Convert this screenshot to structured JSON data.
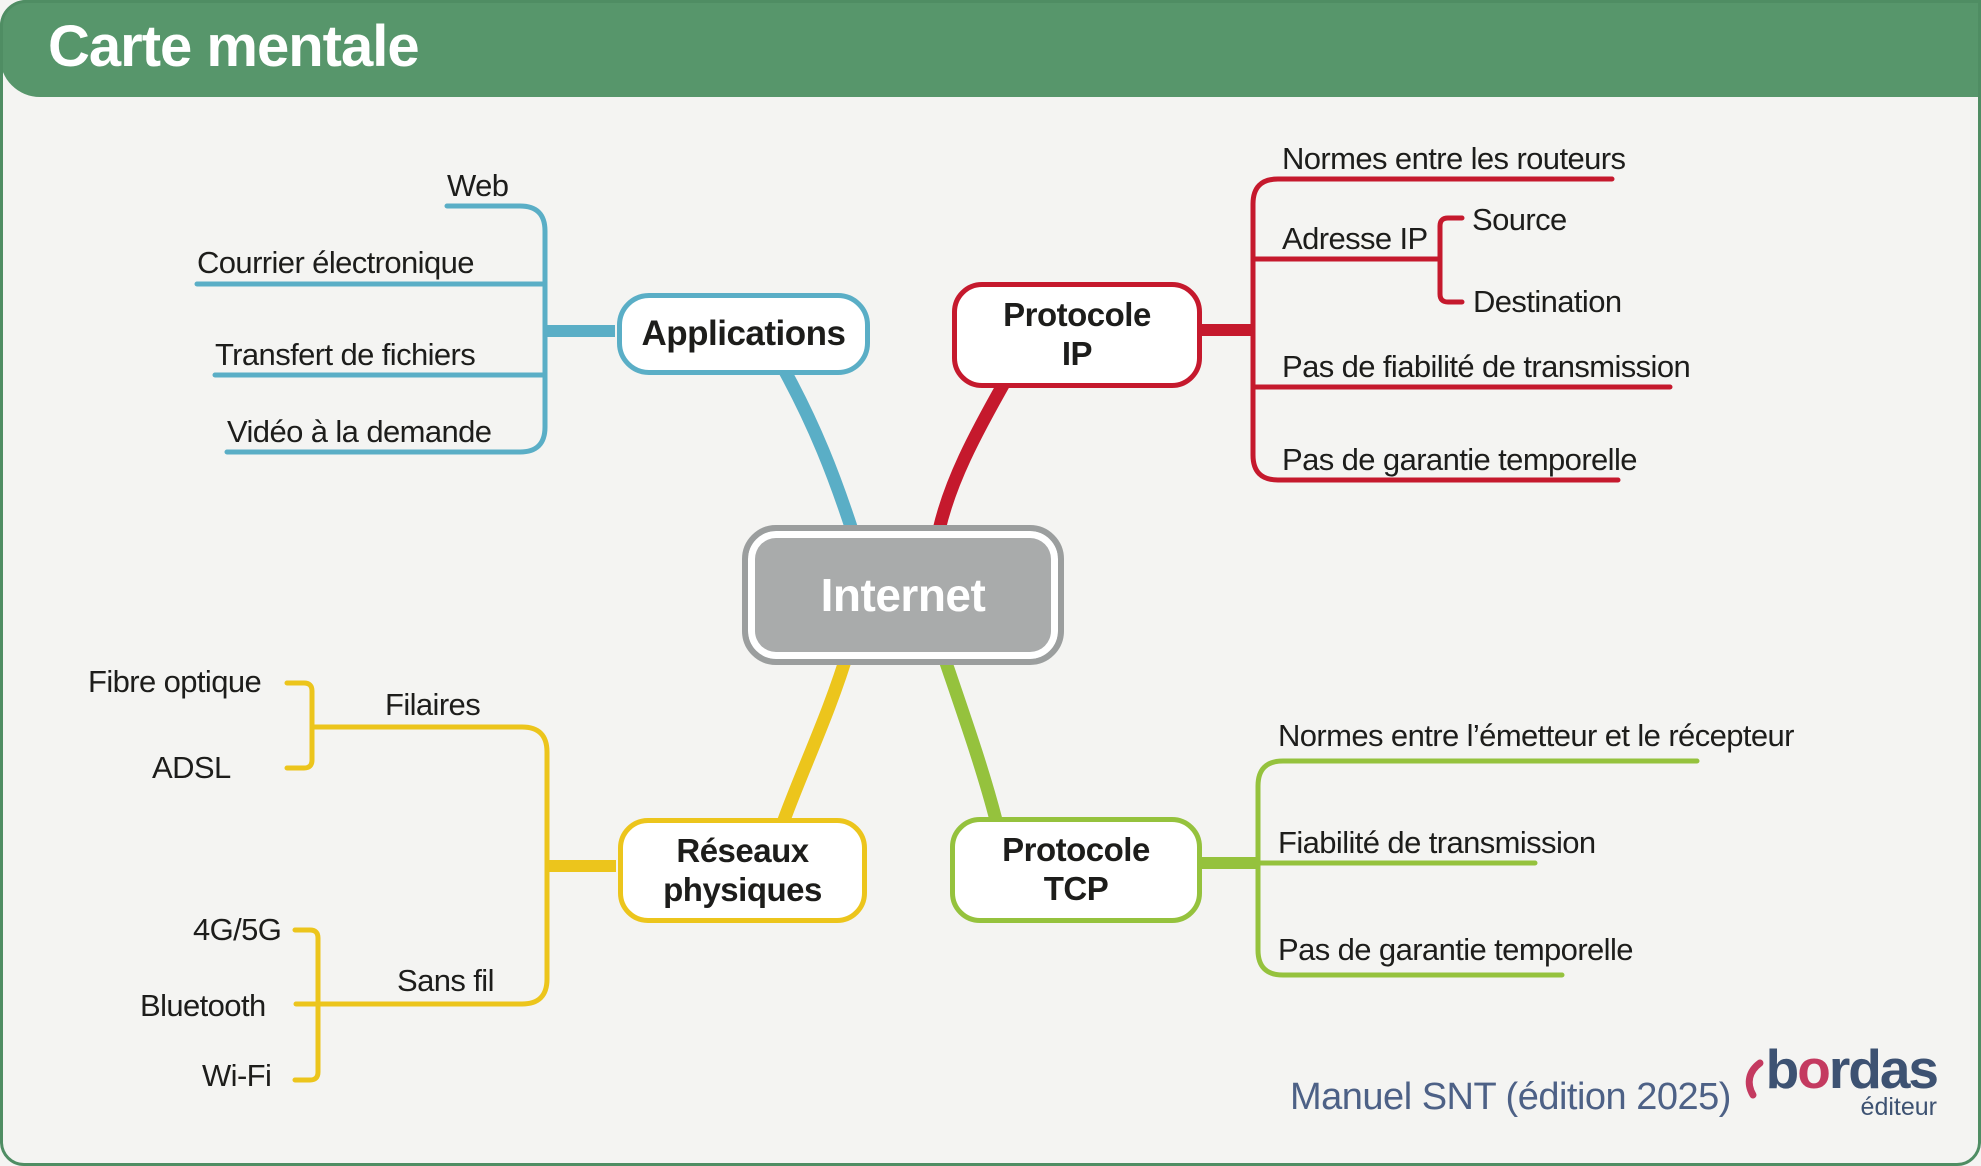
{
  "header": {
    "title": "Carte mentale"
  },
  "center": {
    "label": "Internet"
  },
  "branches": {
    "applications": {
      "label": "Applications",
      "color": "#5aaec6",
      "children": [
        "Web",
        "Courrier électronique",
        "Transfert de fichiers",
        "Vidéo à la demande"
      ]
    },
    "protocole_ip": {
      "label": "Protocole\nIP",
      "color": "#c5192d",
      "children": [
        "Normes entre les routeurs",
        "Adresse IP",
        "Pas de fiabilité de transmission",
        "Pas de garantie temporelle"
      ],
      "adresse_ip_children": [
        "Source",
        "Destination"
      ]
    },
    "reseaux_physiques": {
      "label": "Réseaux\nphysiques",
      "color": "#ecc51c",
      "children": [
        "Filaires",
        "Sans fil"
      ],
      "filaires_children": [
        "Fibre optique",
        "ADSL"
      ],
      "sans_fil_children": [
        "4G/5G",
        "Bluetooth",
        "Wi-Fi"
      ]
    },
    "protocole_tcp": {
      "label": "Protocole\nTCP",
      "color": "#95c23d",
      "children": [
        "Normes entre l’émetteur et le récepteur",
        "Fiabilité de transmission",
        "Pas de garantie temporelle"
      ]
    }
  },
  "footer": {
    "credit": "Manuel SNT (édition 2025)",
    "logo_b": "b",
    "logo_o": "o",
    "logo_rdas": "rdas",
    "logo_tagline": "éditeur"
  },
  "colors": {
    "header_green": "#57966b",
    "frame_green": "#4f8d63",
    "background": "#f4f4f2",
    "applications_teal": "#5aaec6",
    "ip_red": "#c5192d",
    "reseaux_yellow": "#ecc51c",
    "tcp_green": "#95c23d",
    "internet_gray_fill": "#a9abab",
    "internet_gray_border": "#9b9e9e",
    "text_black": "#1d1d1b",
    "credit_slate": "#4d6186",
    "logo_navy": "#3d5272",
    "logo_pink": "#c43a60"
  }
}
